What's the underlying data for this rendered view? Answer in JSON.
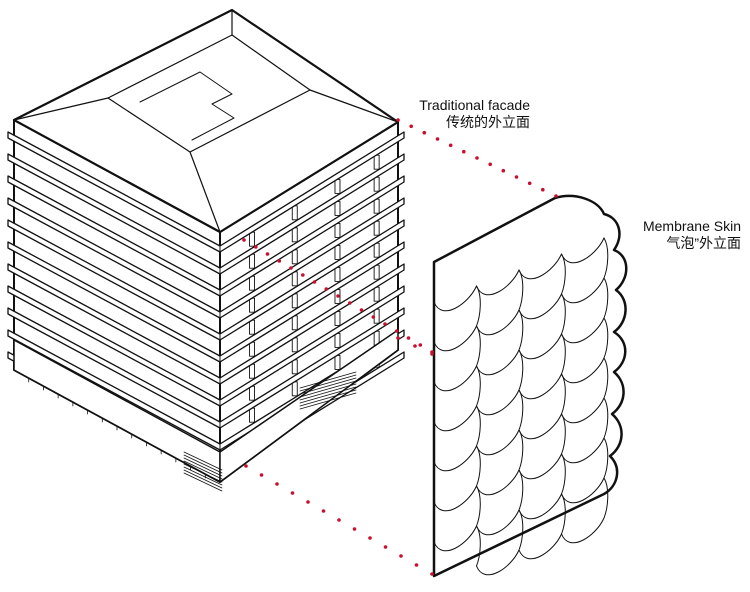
{
  "labels": {
    "traditional_en": "Traditional facade",
    "traditional_cn": "传统的外立面",
    "membrane_en": "Membrane Skin",
    "membrane_cn": "气泡”外立面"
  },
  "colors": {
    "line": "#111111",
    "dots": "#c8102e",
    "fill": "#ffffff"
  }
}
